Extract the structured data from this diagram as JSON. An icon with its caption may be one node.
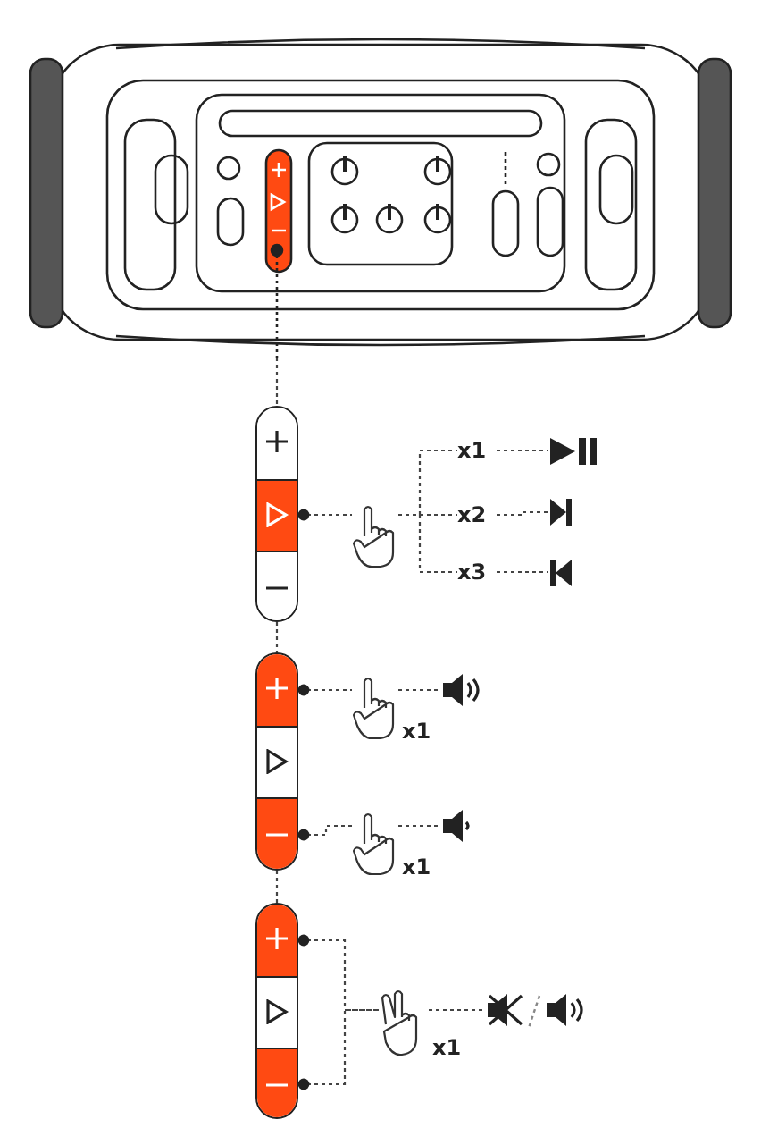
{
  "diagram": {
    "nodes": [
      {
        "text": [],
        "shape": "picture"
      },
      {
        "text": [],
        "shape": "bar"
      },
      {
        "text": [],
        "shape": "box",
        "in": 1
      },
      {
        "text": [],
        "shape": "box",
        "in": 1
      },
      {
        "text": [],
        "shape": "box",
        "in": 1
      },
      {
        "text": [],
        "shape": "hand"
      },
      {
        "text": [
          "x1"
        ]
      },
      {
        "text": [
          "x2"
        ]
      },
      {
        "text": [
          "x3"
        ]
      },
      {
        "text": [],
        "shape": "icon"
      },
      {
        "text": [],
        "shape": "icon"
      },
      {
        "text": [],
        "shape": "icon"
      },
      {
        "text": [],
        "shape": "bar"
      },
      {
        "text": [],
        "shape": "box",
        "in": 12
      },
      {
        "text": [],
        "shape": "box",
        "in": 12
      },
      {
        "text": [],
        "shape": "box",
        "in": 12
      },
      {
        "text": [],
        "shape": "hand",
        "beside": [
          "x1"
        ]
      },
      {
        "text": [],
        "shape": "icon"
      },
      {
        "text": [],
        "shape": "hand",
        "beside": [
          "x1"
        ]
      },
      {
        "text": [],
        "shape": "icon"
      },
      {
        "text": [],
        "shape": "bar"
      },
      {
        "text": [],
        "shape": "box",
        "in": 20
      },
      {
        "text": [],
        "shape": "box",
        "in": 20
      },
      {
        "text": [],
        "shape": "box",
        "in": 20
      },
      {
        "text": [],
        "shape": "hand",
        "beside": [
          "x1"
        ]
      },
      {
        "text": [],
        "shape": "icon"
      },
      {
        "text": [],
        "shape": "icon"
      }
    ],
    "edges": [
      {
        "from": 0,
        "to": 1,
        "arrow": "none",
        "style": "dashed"
      },
      {
        "from": 3,
        "to": 5,
        "arrow": "other",
        "style": "dashed"
      },
      {
        "from": 5,
        "to": 6,
        "arrow": "none",
        "style": "dashed"
      },
      {
        "from": 5,
        "to": 7,
        "arrow": "none",
        "style": "dashed"
      },
      {
        "from": 5,
        "to": 8,
        "arrow": "none",
        "style": "dashed"
      },
      {
        "from": 6,
        "to": 9,
        "arrow": "none",
        "style": "dashed"
      },
      {
        "from": 7,
        "to": 10,
        "arrow": "none",
        "style": "dashed"
      },
      {
        "from": 8,
        "to": 11,
        "arrow": "none",
        "style": "dashed"
      },
      {
        "from": 1,
        "to": 12,
        "arrow": "none",
        "style": "dashed"
      },
      {
        "from": 13,
        "to": 16,
        "arrow": "other",
        "style": "dashed"
      },
      {
        "from": 16,
        "to": 17,
        "arrow": "none",
        "style": "dashed"
      },
      {
        "from": 15,
        "to": 18,
        "arrow": "other",
        "style": "dashed"
      },
      {
        "from": 18,
        "to": 19,
        "arrow": "none",
        "style": "dashed"
      },
      {
        "from": 12,
        "to": 20,
        "arrow": "none",
        "style": "dashed"
      },
      {
        "from": 21,
        "to": 24,
        "arrow": "other",
        "style": "dashed"
      },
      {
        "from": 23,
        "to": 24,
        "arrow": "other",
        "style": "dashed"
      },
      {
        "from": 24,
        "to": 25,
        "arrow": "none",
        "style": "dashed"
      }
    ]
  }
}
